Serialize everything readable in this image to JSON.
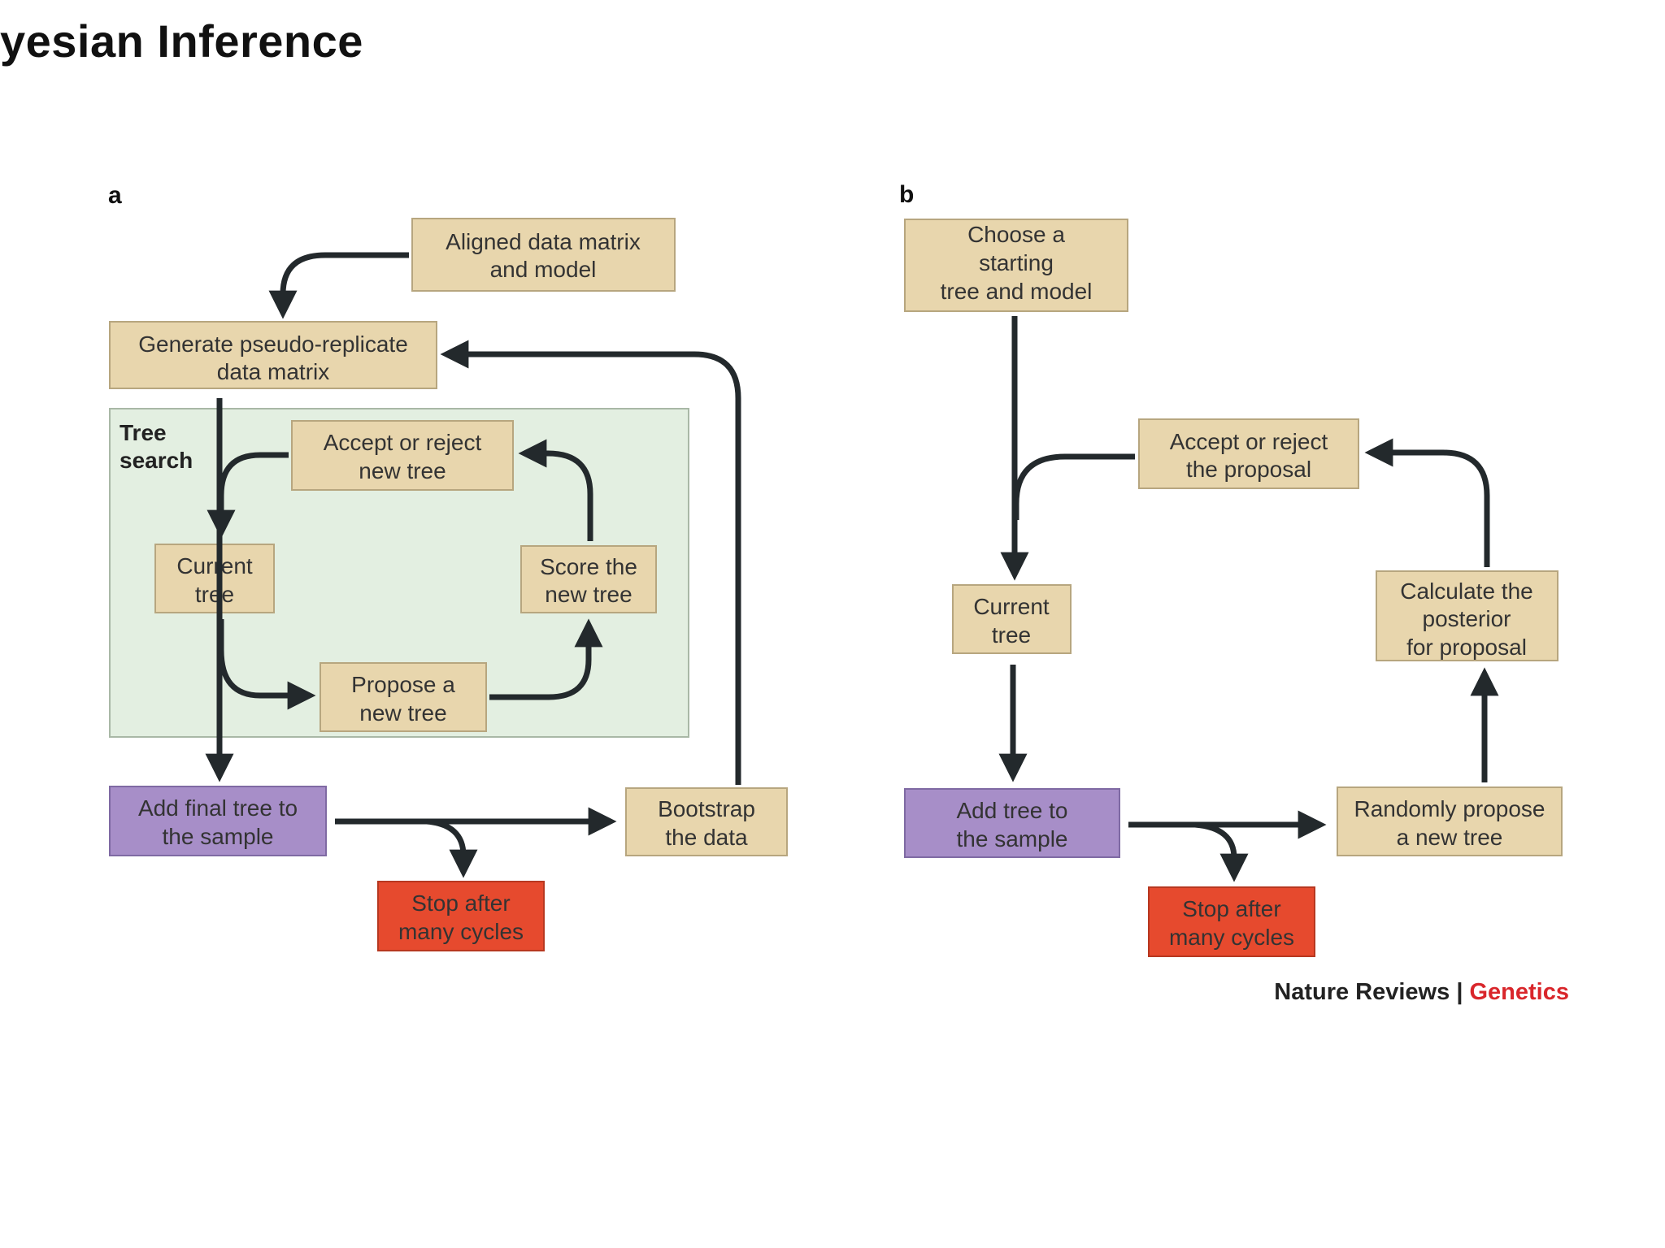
{
  "title": "yesian Inference",
  "colors": {
    "tan_box": "#e8d6ad",
    "purple_box": "#a78ec8",
    "red_box": "#e64a2e",
    "green_panel": "#e3efe1",
    "arrow": "#23292c",
    "credit_red": "#d9262b"
  },
  "diagram": {
    "panel_a": {
      "label": "a",
      "region_label": [
        "Tree",
        "search"
      ],
      "boxes": {
        "aligned": [
          "Aligned data matrix",
          "and model"
        ],
        "generate": [
          "Generate pseudo-replicate",
          "data matrix"
        ],
        "accept": [
          "Accept or reject",
          "new tree"
        ],
        "current": [
          "Current",
          "tree"
        ],
        "score": [
          "Score the",
          "new tree"
        ],
        "propose": [
          "Propose a",
          "new tree"
        ],
        "add_final": [
          "Add final tree to",
          "the sample"
        ],
        "bootstrap": [
          "Bootstrap",
          "the data"
        ],
        "stop": [
          "Stop after",
          "many cycles"
        ]
      }
    },
    "panel_b": {
      "label": "b",
      "boxes": {
        "choose": [
          "Choose a",
          "starting",
          "tree and model"
        ],
        "accept": [
          "Accept or reject",
          "the proposal"
        ],
        "current": [
          "Current",
          "tree"
        ],
        "calculate": [
          "Calculate the",
          "posterior",
          "for proposal"
        ],
        "add": [
          "Add tree to",
          "the sample"
        ],
        "randomly": [
          "Randomly propose",
          "a new tree"
        ],
        "stop": [
          "Stop after",
          "many cycles"
        ]
      }
    },
    "credit": {
      "journal": "Nature Reviews",
      "separator": "|",
      "section": "Genetics"
    }
  }
}
